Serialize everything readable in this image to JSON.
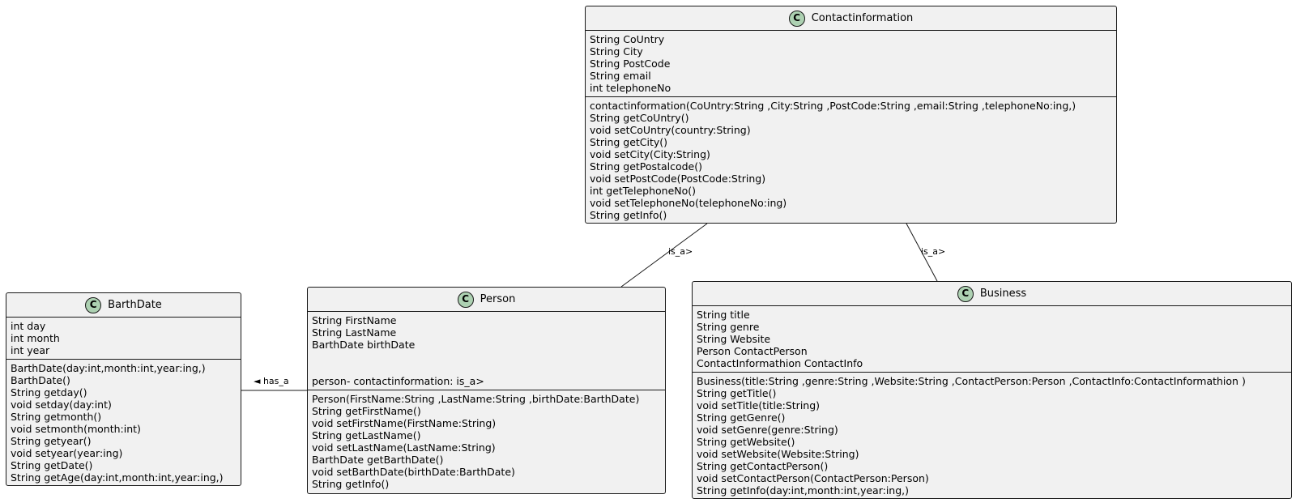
{
  "classes": {
    "contact": {
      "name": "Contactinformation",
      "icon": "C",
      "attributes": [
        "String CoUntry",
        "String City",
        "String PostCode",
        "String email",
        "int telephoneNo"
      ],
      "methods": [
        "contactinformation(CoUntry:String ,City:String ,PostCode:String ,email:String ,telephoneNo:ing,)",
        "String getCoUntry()",
        "void setCoUntry(country:String)",
        "String getCity()",
        "void setCity(City:String)",
        "String getPostalcode()",
        "void setPostCode(PostCode:String)",
        "int getTelephoneNo()",
        "void setTelephoneNo(telephoneNo:ing)",
        "String getInfo()"
      ]
    },
    "barthdate": {
      "name": "BarthDate",
      "icon": "C",
      "attributes": [
        "int day",
        "int month",
        "int year"
      ],
      "methods": [
        "BarthDate(day:int,month:int,year:ing,)",
        "BarthDate()",
        "String getday()",
        "void setday(day:int)",
        "String getmonth()",
        "void setmonth(month:int)",
        "String getyear()",
        "void setyear(year:ing)",
        "String getDate()",
        "String getAge(day:int,month:int,year:ing,)"
      ]
    },
    "person": {
      "name": "Person",
      "icon": "C",
      "attributes": [
        "String FirstName",
        "String LastName",
        "BarthDate birthDate",
        "",
        "",
        "person- contactinformation: is_a>"
      ],
      "methods": [
        "Person(FirstName:String ,LastName:String ,birthDate:BarthDate)",
        "String getFirstName()",
        "void setFirstName(FirstName:String)",
        "String getLastName()",
        "void setLastName(LastName:String)",
        "BarthDate getBarthDate()",
        "void setBarthDate(birthDate:BarthDate)",
        "String getInfo()"
      ]
    },
    "business": {
      "name": "Business",
      "icon": "C",
      "attributes": [
        "String title",
        "String genre",
        "String Website",
        "Person ContactPerson",
        "ContactInformathion ContactInfo"
      ],
      "methods": [
        "Business(title:String ,genre:String ,Website:String ,ContactPerson:Person ,ContactInfo:ContactInformathion )",
        "String getTitle()",
        "void setTitle(title:String)",
        "String getGenre()",
        "void setGenre(genre:String)",
        "String getWebsite()",
        "void setWebsite(Website:String)",
        "String getContactPerson()",
        "void setContactPerson(ContactPerson:Person)",
        "String getInfo(day:int,month:int,year:ing,)"
      ]
    }
  },
  "relations": {
    "contact_person": "is_a>",
    "contact_business": "is_a>",
    "person_barthdate": "◄ has_a"
  }
}
